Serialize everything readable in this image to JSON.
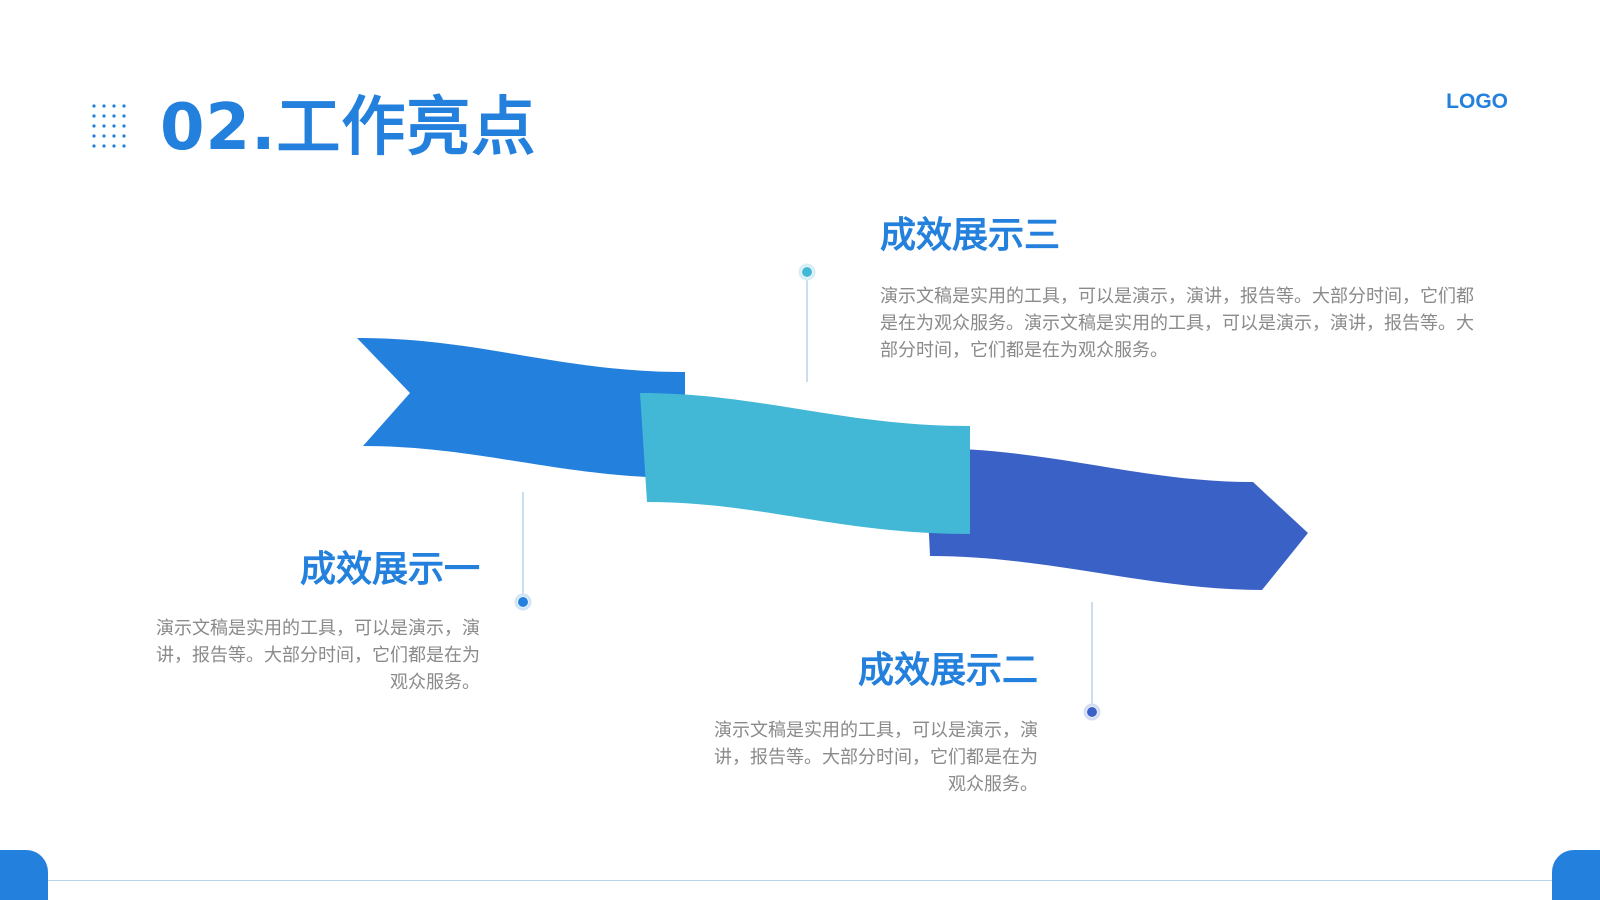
{
  "header": {
    "title": "02.工作亮点",
    "logo": "LOGO"
  },
  "items": [
    {
      "heading": "成效展示一",
      "desc": "演示文稿是实用的工具，可以是演示，演讲，报告等。大部分时间，它们都是在为观众服务。",
      "marker_color": "#2380dc"
    },
    {
      "heading": "成效展示二",
      "desc": "演示文稿是实用的工具，可以是演示，演讲，报告等。大部分时间，它们都是在为观众服务。",
      "marker_color": "#3a62c6"
    },
    {
      "heading": "成效展示三",
      "desc": "演示文稿是实用的工具，可以是演示，演讲，报告等。大部分时间，它们都是在为观众服务。演示文稿是实用的工具，可以是演示，演讲，报告等。大部分时间，它们都是在为观众服务。",
      "marker_color": "#42b7d6"
    }
  ],
  "colors": {
    "accent": "#2380dc",
    "ribbon_blue": "#2380dc",
    "ribbon_cyan": "#42b7d6",
    "ribbon_indigo": "#3a62c6",
    "text_gray": "#8a8a8a"
  }
}
